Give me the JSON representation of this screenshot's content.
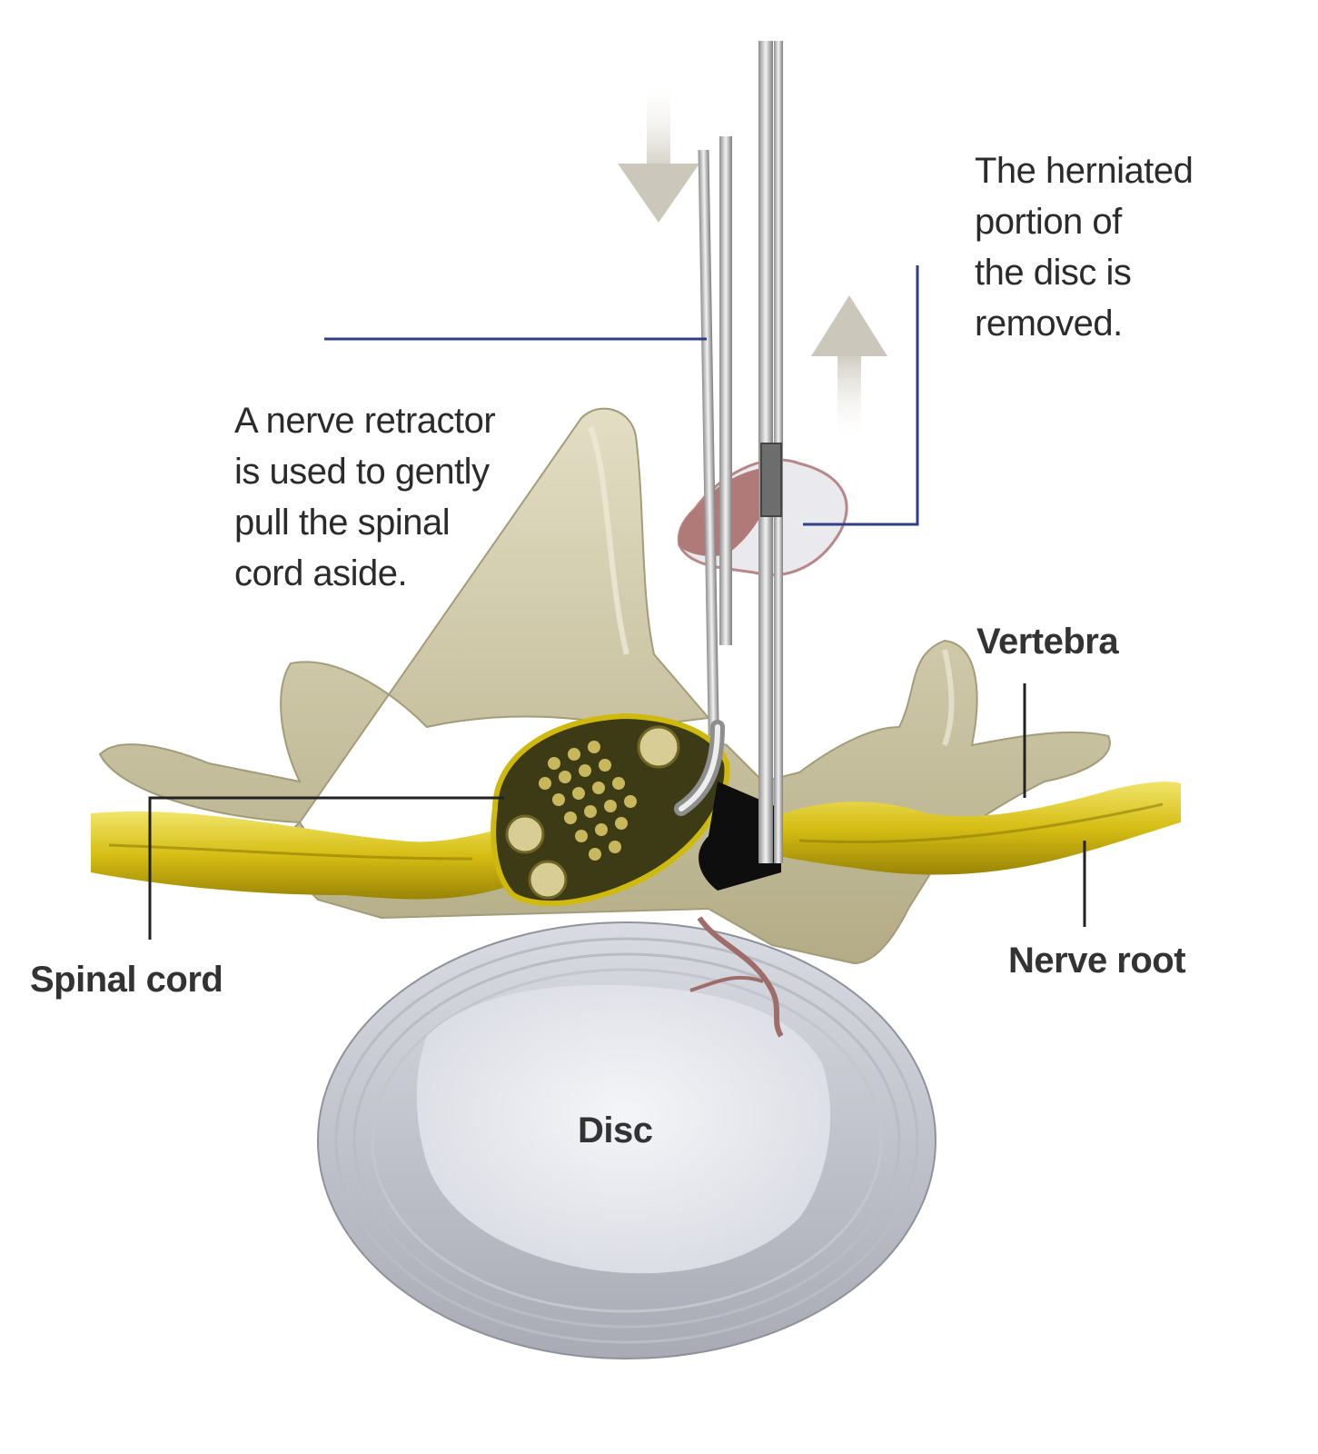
{
  "labels": {
    "herniated": [
      "The herniated",
      "portion of",
      "the disc is",
      "removed."
    ],
    "retractor": [
      "A nerve retractor",
      "is used to gently",
      "pull the spinal",
      "cord aside."
    ],
    "vertebra": "Vertebra",
    "spinal_cord": "Spinal cord",
    "nerve_root": "Nerve root",
    "disc": "Disc"
  },
  "colors": {
    "bone": "#cfc9a8",
    "bone_shadow": "#a59e78",
    "nerve": "#d8c21e",
    "nerve_dark": "#8d7c08",
    "disc_outer": "#c9cbd2",
    "disc_inner": "#eceef3",
    "leader_blue": "#2e3f85",
    "leader_dark": "#222222",
    "fragment": "#b07a78"
  }
}
